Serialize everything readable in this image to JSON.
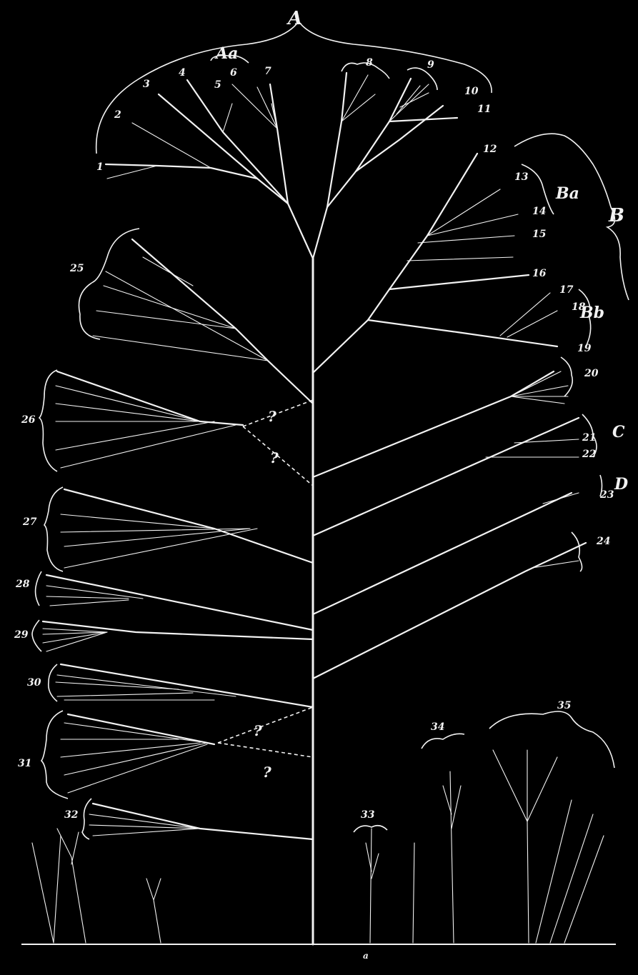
{
  "groups": {
    "A": "A",
    "Aa": "Aa",
    "B": "B",
    "Ba": "Ba",
    "Bb": "Bb",
    "C": "C",
    "D": "D"
  },
  "numbers": {
    "n1": "1",
    "n2": "2",
    "n3": "3",
    "n4": "4",
    "n5": "5",
    "n6": "6",
    "n7": "7",
    "n8": "8",
    "n9": "9",
    "n10": "10",
    "n11": "11",
    "n12": "12",
    "n13": "13",
    "n14": "14",
    "n15": "15",
    "n16": "16",
    "n17": "17",
    "n18": "18",
    "n19": "19",
    "n20": "20",
    "n21": "21",
    "n22": "22",
    "n23": "23",
    "n24": "24",
    "n25": "25",
    "n26": "26",
    "n27": "27",
    "n28": "28",
    "n29": "29",
    "n30": "30",
    "n31": "31",
    "n32": "32",
    "n33": "33",
    "n34": "34",
    "n35": "35"
  },
  "uncertain_mark": "?",
  "base_label": "a"
}
